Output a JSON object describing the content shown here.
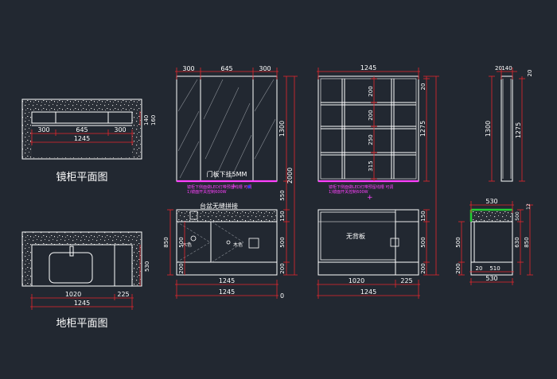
{
  "colors": {
    "background": "#222831",
    "outline": "#ffffff",
    "dimension": "#e8262d",
    "magenta": "#ff40ff",
    "green": "#22cc33",
    "blue": "#2d3cff"
  },
  "plan_mirror": {
    "title": "镜柜平面图",
    "dims": {
      "a": "300",
      "b": "645",
      "c": "300",
      "total": "1245",
      "side1": "140",
      "side2": "160"
    }
  },
  "plan_floor": {
    "title": "地柜平面图",
    "dims": {
      "a": "1020",
      "b": "225",
      "total": "1245",
      "side": "530"
    }
  },
  "elev_front": {
    "top_dims": {
      "a": "300",
      "b": "645",
      "c": "300"
    },
    "labels": {
      "door": "门板下挂5MM",
      "note1": "镜柜下侧面做LED灯带预留线槽 可调",
      "note2": "1)镜面开关控制600W",
      "basin": "台盆无缝拼接",
      "wood1": "木色",
      "wood2": "木色"
    },
    "right_dims": {
      "top": "1300",
      "overall": "2000",
      "gap": "550",
      "r1": "150",
      "r2": "500",
      "r3": "200"
    },
    "left_dims": {
      "lower": "850",
      "i1": "500",
      "i2": "200"
    },
    "bottom_dims": {
      "total": "1245",
      "total2": "1245",
      "zero": "0"
    }
  },
  "elev_inner": {
    "top_total": "1245",
    "right_dims": {
      "top": "20",
      "overall_top": "1275",
      "s1": "200",
      "s2": "200",
      "s3": "250",
      "s4": "315",
      "l1": "150",
      "l2": "500",
      "l3": "200"
    },
    "labels": {
      "note1": "镜柜下侧面做LED灯带预留线槽 可调",
      "note2": "1)镜面开关控制600W",
      "back": "无背板"
    },
    "bottom_dims": {
      "a": "1020",
      "b": "225",
      "total": "1245"
    }
  },
  "side_elev": {
    "top_dims": {
      "a": "20",
      "b": "140",
      "c": "20"
    },
    "right_dims": {
      "a": "1300",
      "b": "1275"
    },
    "lower_dims": {
      "top": "530",
      "right1": "12",
      "right2": "500",
      "right3": "630",
      "right4": "850",
      "left": "500",
      "left2": "200",
      "b1": "20",
      "b2": "510",
      "total": "530"
    }
  }
}
